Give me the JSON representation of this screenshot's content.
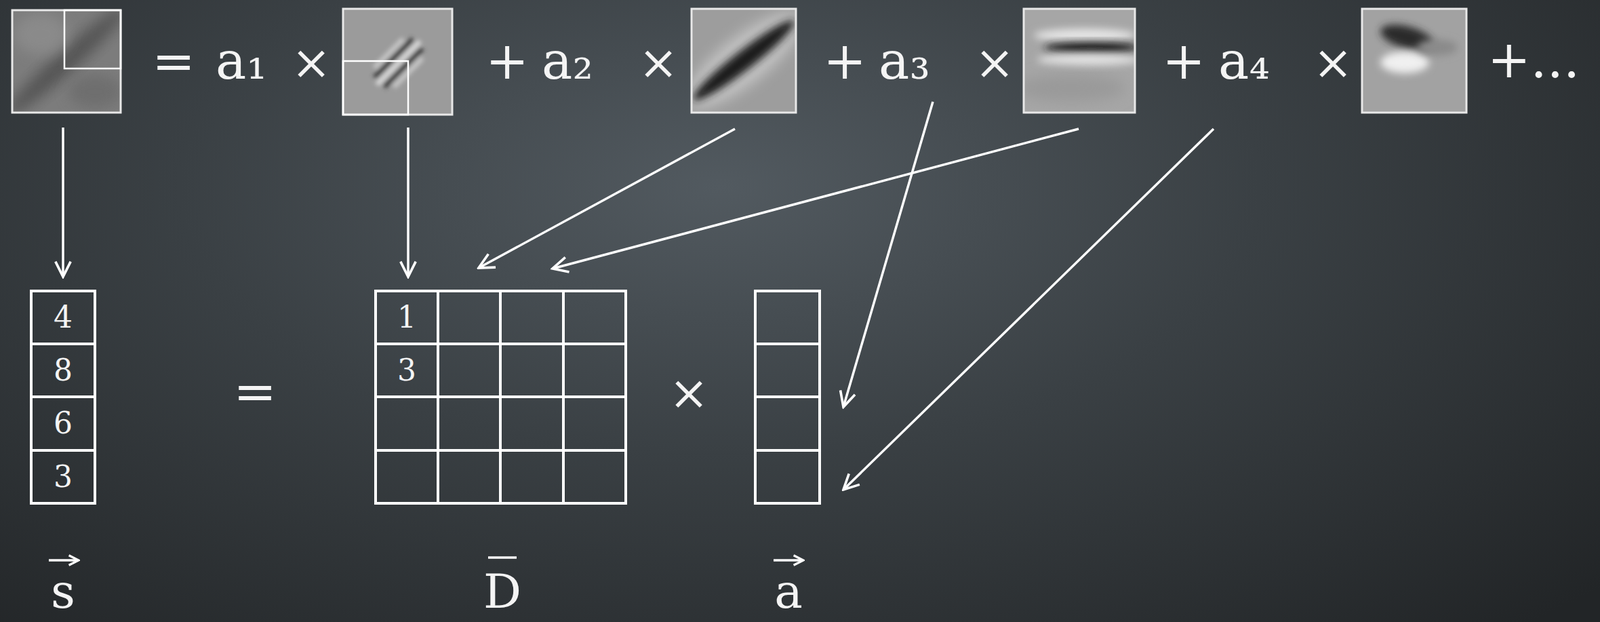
{
  "diagram": {
    "labels": [
      "=",
      "a₁",
      "×",
      "+",
      "a₂",
      "×",
      "+",
      "a₃",
      "×",
      "+",
      "a₄",
      "×",
      "+...",
      "4",
      "8",
      "6",
      "3",
      "1",
      "3",
      "=",
      "×",
      "s",
      "D",
      "a"
    ]
  }
}
